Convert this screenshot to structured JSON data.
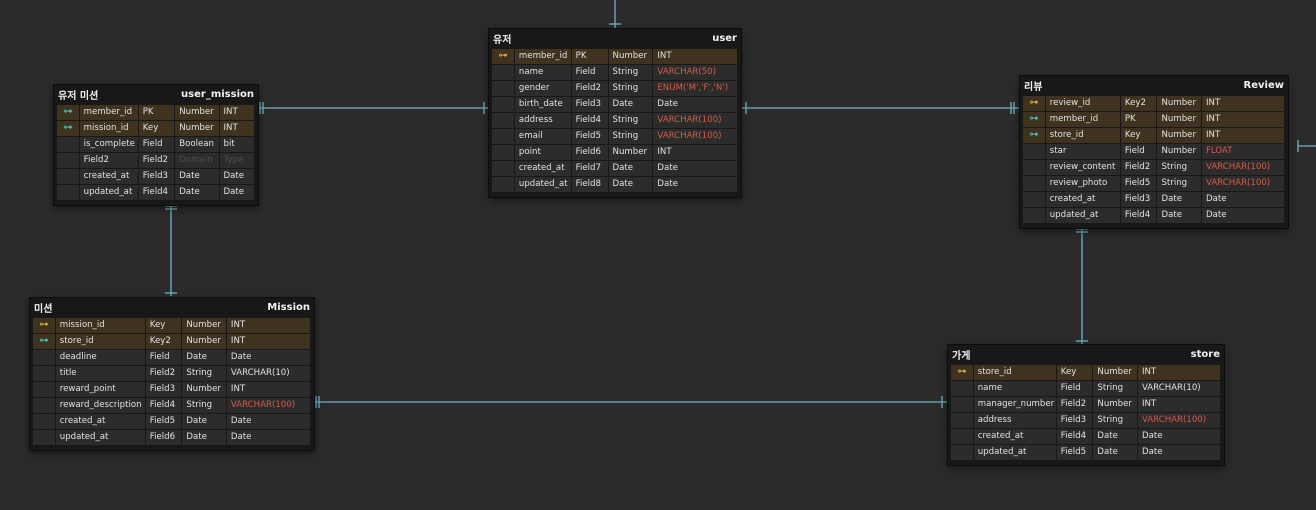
{
  "colors": {
    "background": "#2b2b2b",
    "table": "#181818",
    "row": "#2c2c2c",
    "key_row": "#3f3320",
    "connector": "#6fb4c8",
    "type_highlight": "#d65a4a",
    "primary_key_icon": "#d6b03c",
    "foreign_key_icon": "#49c7bd"
  },
  "entities": [
    {
      "id": "user",
      "label": "유저",
      "name": "user",
      "rows": [
        {
          "key_icon": "primary-key",
          "cols": [
            "member_id",
            "PK",
            "Number",
            "INT"
          ]
        },
        {
          "key_icon": "",
          "cols": [
            "name",
            "Field",
            "String",
            "VARCHAR(50)"
          ],
          "highlight": 3
        },
        {
          "key_icon": "",
          "cols": [
            "gender",
            "Field2",
            "String",
            "ENUM('M','F','N')"
          ],
          "highlight": 3
        },
        {
          "key_icon": "",
          "cols": [
            "birth_date",
            "Field3",
            "Date",
            "Date"
          ]
        },
        {
          "key_icon": "",
          "cols": [
            "address",
            "Field4",
            "String",
            "VARCHAR(100)"
          ],
          "highlight": 3
        },
        {
          "key_icon": "",
          "cols": [
            "email",
            "Field5",
            "String",
            "VARCHAR(100)"
          ],
          "highlight": 3
        },
        {
          "key_icon": "",
          "cols": [
            "point",
            "Field6",
            "Number",
            "INT"
          ]
        },
        {
          "key_icon": "",
          "cols": [
            "created_at",
            "Field7",
            "Date",
            "Date"
          ]
        },
        {
          "key_icon": "",
          "cols": [
            "updated_at",
            "Field8",
            "Date",
            "Date"
          ]
        }
      ]
    },
    {
      "id": "user_mission",
      "label": "유저 미션",
      "name": "user_mission",
      "rows": [
        {
          "key_icon": "foreign-key",
          "cols": [
            "member_id",
            "PK",
            "Number",
            "INT"
          ]
        },
        {
          "key_icon": "foreign-key",
          "cols": [
            "mission_id",
            "Key",
            "Number",
            "INT"
          ]
        },
        {
          "key_icon": "",
          "cols": [
            "is_complete",
            "Field",
            "Boolean",
            "bit"
          ]
        },
        {
          "key_icon": "",
          "cols": [
            "Field2",
            "Field2",
            "Domain",
            "Type"
          ],
          "dim": [
            2,
            3
          ]
        },
        {
          "key_icon": "",
          "cols": [
            "created_at",
            "Field3",
            "Date",
            "Date"
          ]
        },
        {
          "key_icon": "",
          "cols": [
            "updated_at",
            "Field4",
            "Date",
            "Date"
          ]
        }
      ]
    },
    {
      "id": "review",
      "label": "리뷰",
      "name": "Review",
      "rows": [
        {
          "key_icon": "primary-key",
          "cols": [
            "review_id",
            "Key2",
            "Number",
            "INT"
          ]
        },
        {
          "key_icon": "foreign-key",
          "cols": [
            "member_id",
            "PK",
            "Number",
            "INT"
          ]
        },
        {
          "key_icon": "foreign-key",
          "cols": [
            "store_id",
            "Key",
            "Number",
            "INT"
          ]
        },
        {
          "key_icon": "",
          "cols": [
            "star",
            "Field",
            "Number",
            "FLOAT"
          ],
          "highlight": 3
        },
        {
          "key_icon": "",
          "cols": [
            "review_content",
            "Field2",
            "String",
            "VARCHAR(100)"
          ],
          "highlight": 3
        },
        {
          "key_icon": "",
          "cols": [
            "review_photo",
            "Field5",
            "String",
            "VARCHAR(100)"
          ],
          "highlight": 3
        },
        {
          "key_icon": "",
          "cols": [
            "created_at",
            "Field3",
            "Date",
            "Date"
          ]
        },
        {
          "key_icon": "",
          "cols": [
            "updated_at",
            "Field4",
            "Date",
            "Date"
          ]
        }
      ]
    },
    {
      "id": "mission",
      "label": "미션",
      "name": "Mission",
      "rows": [
        {
          "key_icon": "primary-key",
          "cols": [
            "mission_id",
            "Key",
            "Number",
            "INT"
          ]
        },
        {
          "key_icon": "foreign-key",
          "cols": [
            "store_id",
            "Key2",
            "Number",
            "INT"
          ]
        },
        {
          "key_icon": "",
          "cols": [
            "deadline",
            "Field",
            "Date",
            "Date"
          ]
        },
        {
          "key_icon": "",
          "cols": [
            "title",
            "Field2",
            "String",
            "VARCHAR(10)"
          ]
        },
        {
          "key_icon": "",
          "cols": [
            "reward_point",
            "Field3",
            "Number",
            "INT"
          ]
        },
        {
          "key_icon": "",
          "cols": [
            "reward_description",
            "Field4",
            "String",
            "VARCHAR(100)"
          ],
          "highlight": 3
        },
        {
          "key_icon": "",
          "cols": [
            "created_at",
            "Field5",
            "Date",
            "Date"
          ]
        },
        {
          "key_icon": "",
          "cols": [
            "updated_at",
            "Field6",
            "Date",
            "Date"
          ]
        }
      ]
    },
    {
      "id": "store",
      "label": "가게",
      "name": "store",
      "rows": [
        {
          "key_icon": "primary-key",
          "cols": [
            "store_id",
            "Key",
            "Number",
            "INT"
          ]
        },
        {
          "key_icon": "",
          "cols": [
            "name",
            "Field",
            "String",
            "VARCHAR(10)"
          ]
        },
        {
          "key_icon": "",
          "cols": [
            "manager_number",
            "Field2",
            "Number",
            "INT"
          ]
        },
        {
          "key_icon": "",
          "cols": [
            "address",
            "Field3",
            "String",
            "VARCHAR(100)"
          ],
          "highlight": 3
        },
        {
          "key_icon": "",
          "cols": [
            "created_at",
            "Field4",
            "Date",
            "Date"
          ]
        },
        {
          "key_icon": "",
          "cols": [
            "updated_at",
            "Field5",
            "Date",
            "Date"
          ]
        }
      ]
    }
  ],
  "relationships": [
    {
      "from": "user",
      "to": "user_mission"
    },
    {
      "from": "user",
      "to": "review"
    },
    {
      "from": "user_mission",
      "to": "mission"
    },
    {
      "from": "mission",
      "to": "store"
    },
    {
      "from": "review",
      "to": "store"
    }
  ]
}
